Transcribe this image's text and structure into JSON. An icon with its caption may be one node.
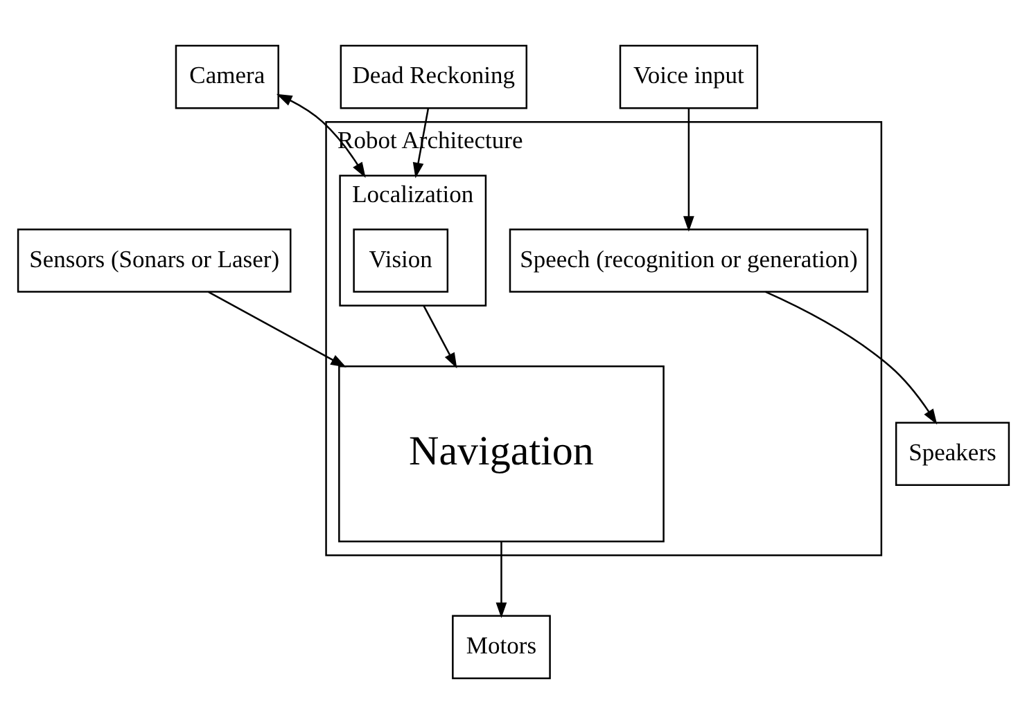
{
  "diagram": {
    "nodes": [
      {
        "text": [
          "Camera"
        ]
      },
      {
        "text": [
          "Dead Reckoning"
        ]
      },
      {
        "text": [
          "Robot Architecture"
        ]
      },
      {
        "text": [
          "Localization"
        ],
        "in": 2
      },
      {
        "text": [
          "Vision"
        ],
        "in": 3
      },
      {
        "text": [
          "Voice input"
        ]
      },
      {
        "text": [
          "Speakers"
        ]
      },
      {
        "text": [
          "Speech (recognition or generation)"
        ],
        "in": 2
      },
      {
        "text": [
          "Navigation"
        ],
        "in": 2
      },
      {
        "text": [
          "Sensors (Sonars or Laser)"
        ]
      },
      {
        "text": [
          "Motors"
        ]
      }
    ],
    "edges": [
      {
        "from": 0,
        "to": 3,
        "arrow": "both"
      },
      {
        "from": 1,
        "to": 3,
        "arrow": "to"
      },
      {
        "from": 3,
        "to": 8,
        "arrow": "to"
      },
      {
        "from": 5,
        "to": 7,
        "arrow": "to"
      },
      {
        "from": 7,
        "to": 6,
        "arrow": "to"
      },
      {
        "from": 9,
        "to": 8,
        "arrow": "to"
      },
      {
        "from": 8,
        "to": 10,
        "arrow": "to"
      }
    ]
  }
}
